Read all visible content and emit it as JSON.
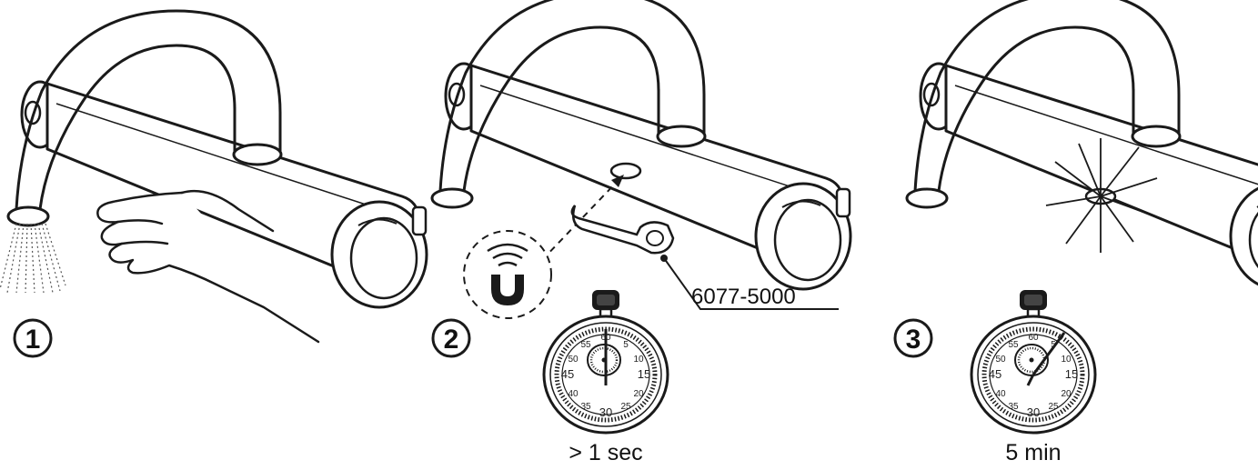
{
  "steps": [
    {
      "number": "1"
    },
    {
      "number": "2",
      "time_label": "> 1 sec",
      "part_number": "6077-5000"
    },
    {
      "number": "3",
      "time_label": "5 min"
    }
  ],
  "stopwatch_marks": {
    "top": "60",
    "right": "15",
    "bottom": "30",
    "left": "45",
    "minor_tr1": "5",
    "minor_tr2": "10",
    "minor_br1": "20",
    "minor_br2": "25",
    "minor_bl1": "35",
    "minor_bl2": "40",
    "minor_tl1": "50",
    "minor_tl2": "55"
  },
  "colors": {
    "line": "#1a1a1a",
    "fill": "#ffffff",
    "shade": "#e8e8e8"
  }
}
